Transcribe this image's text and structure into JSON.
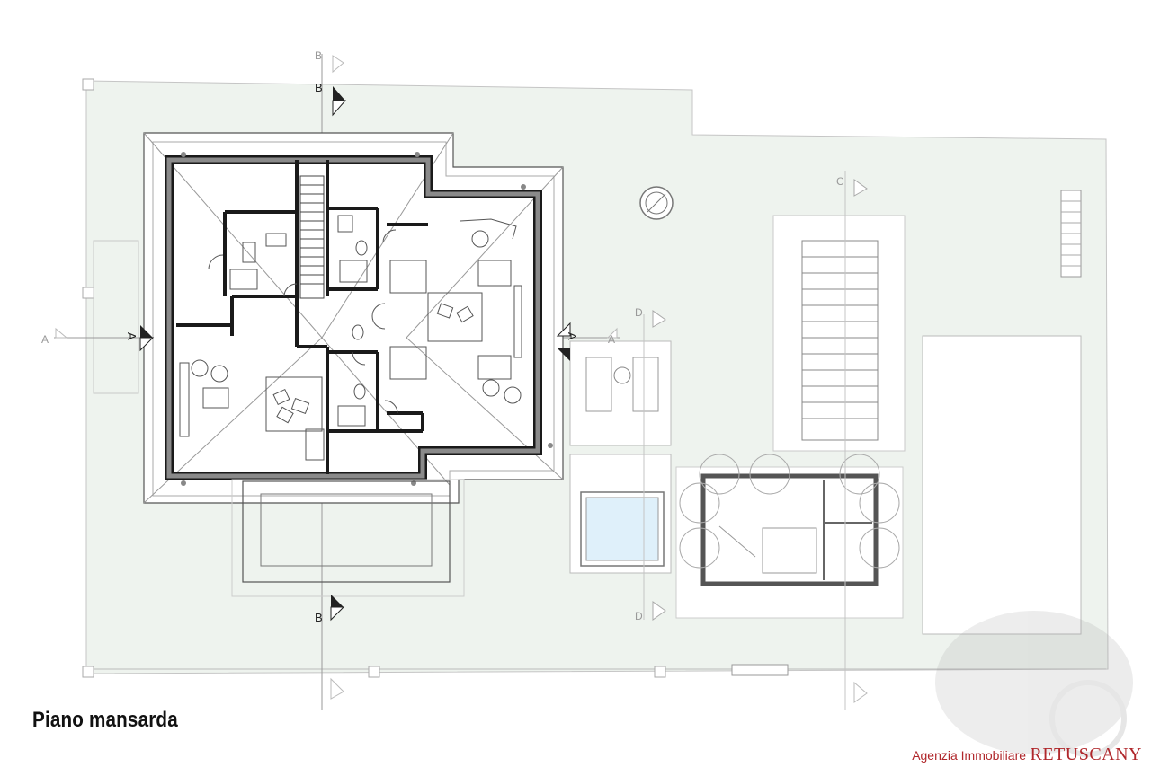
{
  "plan": {
    "title": "Piano mansarda",
    "section_markers": {
      "a": "A",
      "b": "B",
      "c": "C",
      "d": "D"
    }
  },
  "branding": {
    "agency_prefix": "Agenzia Immobiliare",
    "agency_name": "RETUSCANY"
  },
  "colors": {
    "lawn": "#eef3ee",
    "wall": "#1a1a1a",
    "wall_fill": "#8a8a8a",
    "line": "#555555",
    "faint_line": "#b9b9b9",
    "pool_water": "#dff0fa",
    "brand": "#b0272b"
  }
}
